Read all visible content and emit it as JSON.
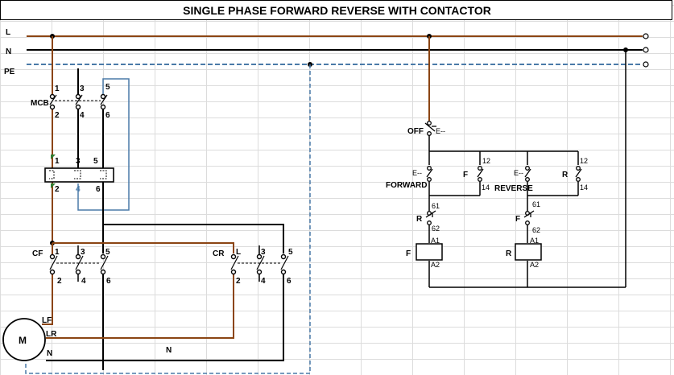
{
  "title": "SINGLE PHASE FORWARD REVERSE WITH CONTACTOR",
  "rails": {
    "l": "L",
    "n": "N",
    "pe": "PE"
  },
  "mcb": {
    "label": "MCB",
    "t1": "1",
    "t3": "3",
    "t5": "5",
    "t2": "2",
    "t4": "4",
    "t6": "6"
  },
  "overload": {
    "t1": "1",
    "t3": "3",
    "t5": "5",
    "t2": "2",
    "t4": "4",
    "t6": "6"
  },
  "cf": {
    "label": "CF",
    "t1": "1",
    "t3": "3",
    "t5": "5",
    "t2": "2",
    "t4": "4",
    "t6": "6"
  },
  "cr": {
    "label": "CR",
    "tl": "L",
    "t3": "3",
    "t5": "5",
    "t2": "2",
    "t4": "4",
    "t6": "6"
  },
  "motor": {
    "label": "M",
    "lf": "LF",
    "lr": "LR",
    "n": "N"
  },
  "bottom_n": "N",
  "control": {
    "off": "OFF",
    "off_mark": "E--",
    "fwd_mark": "E--",
    "fwd_label": "FORWARD",
    "f_hold": "F",
    "f_hold_12": "12",
    "f_hold_14": "14",
    "rev_mark": "E--",
    "rev_label": "REVERSE",
    "r_hold": "R",
    "r_hold_12": "12",
    "r_hold_14": "14",
    "r_interlock": "R",
    "r_il_61": "61",
    "r_il_62": "62",
    "f_interlock": "F",
    "f_il_61": "61",
    "f_il_62": "62",
    "coil_f": "F",
    "coil_f_a1": "A1",
    "coil_f_a2": "A2",
    "coil_r": "R",
    "coil_r_a1": "A1",
    "coil_r_a2": "A2"
  },
  "colors": {
    "line": "#8b4513",
    "neutral": "#000000",
    "earth": "#4a7aa8",
    "overload_wire": "#4a7aa8"
  }
}
